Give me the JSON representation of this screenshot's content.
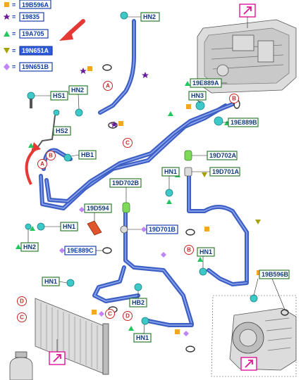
{
  "legend": [
    {
      "symbol": "square",
      "color": "#f5a623",
      "code": "19B596A",
      "highlighted": false
    },
    {
      "symbol": "star",
      "color": "#6a1b9a",
      "code": "19835",
      "highlighted": false
    },
    {
      "symbol": "triangle",
      "color": "#22c55e",
      "code": "19A705",
      "highlighted": false
    },
    {
      "symbol": "triangle-down",
      "color": "#a3a300",
      "code": "19N651A",
      "highlighted": true
    },
    {
      "symbol": "diamond",
      "color": "#c084fc",
      "code": "19N651B",
      "highlighted": false
    }
  ],
  "labels": {
    "hn2_top": "HN2",
    "hs1": "HS1",
    "hn2_left": "HN2",
    "hs2": "HS2",
    "hb1": "HB1",
    "e889a": "19E889A",
    "hn3": "HN3",
    "e889b": "19E889B",
    "d702a": "19D702A",
    "hn1_mid": "HN1",
    "d701a": "19D701A",
    "d702b": "19D702B",
    "d594": "19D594",
    "hn1_left": "HN1",
    "d701b": "19D701B",
    "hn2_bottom": "HN2",
    "e889c": "19E889C",
    "hn1_right": "HN1",
    "b596b": "19B596B",
    "hn1_bl": "HN1",
    "hb2": "HB2",
    "hn1_bottom": "HN1"
  },
  "callouts": {
    "a1": "A",
    "b1": "B",
    "c1": "C",
    "a2": "A",
    "b2": "B",
    "c2": "C",
    "d1": "D",
    "d2": "D",
    "c3": "C",
    "b3": "B"
  },
  "icons": {
    "jump_link": "external-link-arrow-icon",
    "pointer": "red-arrow-icon"
  },
  "colors": {
    "pipe": "#3d5fc4",
    "label_blue": "#1b3fae",
    "label_green": "#2e7d32",
    "callout_red": "#c62828",
    "jump_magenta": "#e0159b"
  }
}
